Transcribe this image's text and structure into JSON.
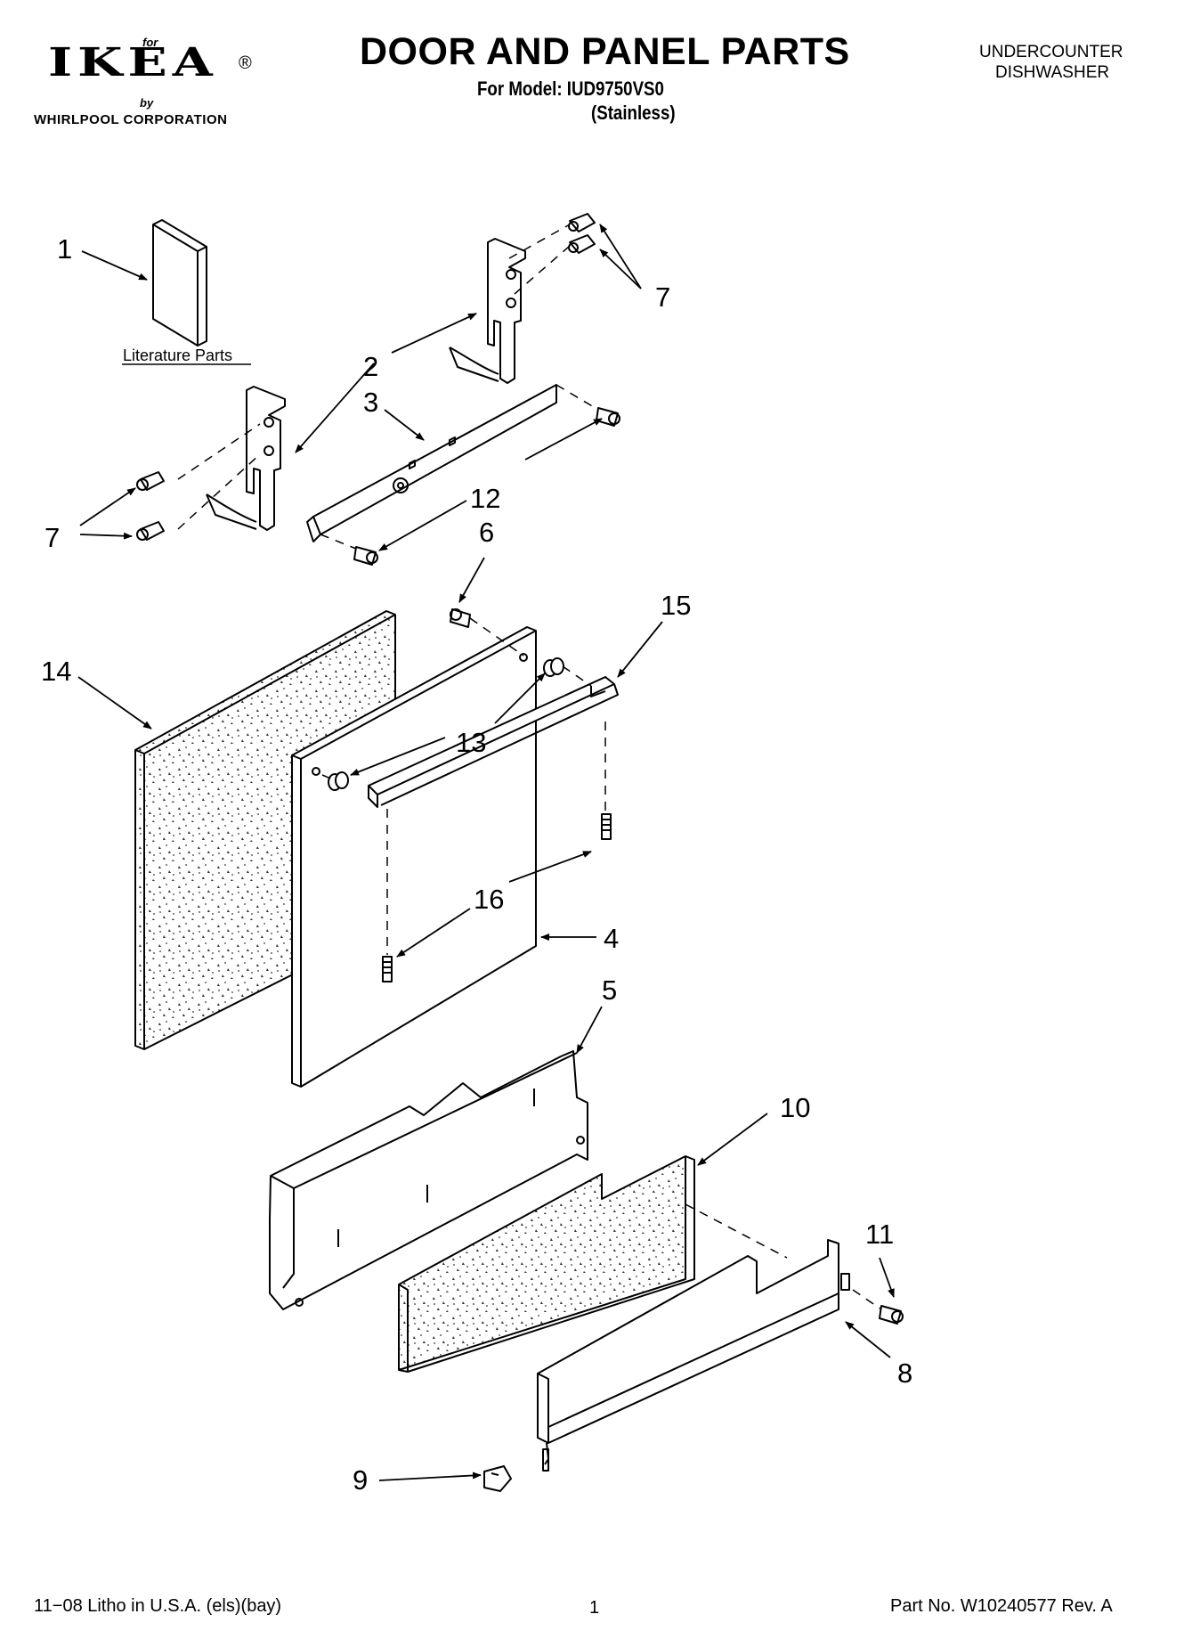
{
  "header": {
    "logo": {
      "for_text": "for",
      "brand": "IKEA",
      "registered": "®",
      "by_text": "by",
      "corporation": "WHIRLPOOL CORPORATION"
    },
    "title": "DOOR AND PANEL PARTS",
    "model_line": "For Model: IUD9750VS0",
    "variant": "(Stainless)",
    "category_line1": "UNDERCOUNTER",
    "category_line2": "DISHWASHER"
  },
  "diagram": {
    "literature_label": "Literature Parts",
    "callouts": {
      "c1": "1",
      "c2": "2",
      "c3": "3",
      "c4": "4",
      "c5": "5",
      "c6": "6",
      "c7a": "7",
      "c7b": "7",
      "c8": "8",
      "c9": "9",
      "c10": "10",
      "c11": "11",
      "c12": "12",
      "c13": "13",
      "c14": "14",
      "c15": "15",
      "c16": "16"
    }
  },
  "footer": {
    "litho": "11−08 Litho in U.S.A. (els)(bay)",
    "page": "1",
    "part_no": "Part No. W10240577 Rev. A"
  }
}
